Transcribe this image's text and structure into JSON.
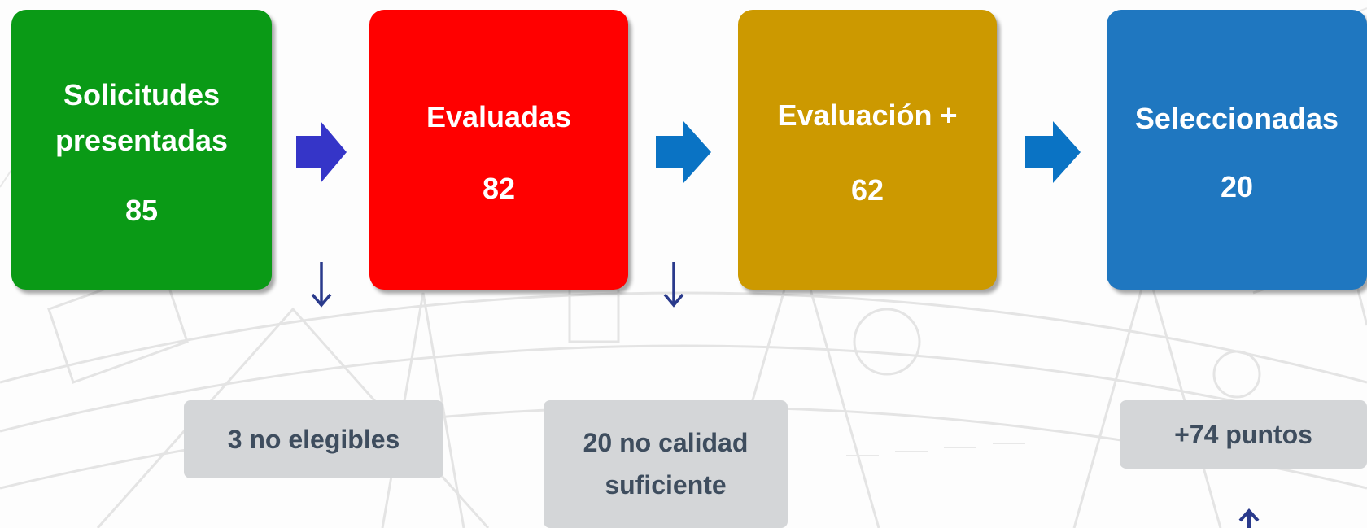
{
  "boxes": [
    {
      "label_line1": "Solicitudes",
      "label_line2": "presentadas",
      "value": "85",
      "color": "#0a9a16"
    },
    {
      "label_line1": "Evaluadas",
      "value": "82",
      "color": "#ff0000"
    },
    {
      "label_line1": "Evaluación +",
      "value": "62",
      "color": "#cc9900"
    },
    {
      "label_line1": "Seleccionadas",
      "value": "20",
      "color": "#1f77c0"
    }
  ],
  "notes": [
    {
      "line1": "3 no elegibles"
    },
    {
      "line1": "20 no calidad",
      "line2": "suficiente"
    },
    {
      "line1": "+74 puntos"
    }
  ],
  "colors": {
    "arrow_first": "#3535c8",
    "arrow_other": "#0a73c4",
    "small_arrow": "#2a3a8c",
    "note_background": "#d4d6d8",
    "note_text": "#3e4d5e"
  }
}
